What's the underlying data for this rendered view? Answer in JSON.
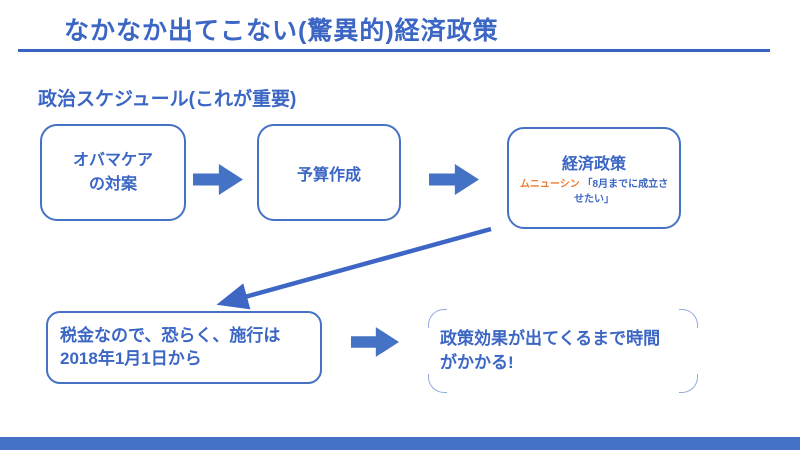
{
  "slide": {
    "title": "なかなか出てこない(驚異的)経済政策",
    "subtitle": "政治スケジュール(これが重要)",
    "flow": {
      "box1_line1": "オバマケア",
      "box1_line2": "の対案",
      "box2_label": "予算作成",
      "box3_title": "経済政策",
      "box3_note_name": "ムニューシン",
      "box3_note_quote": "「8月までに成立させたい」",
      "box4_label": "税金なので、恐らく、施行は2018年1月1日から",
      "box5_label": "政策効果が出てくるまで時間がかかる!"
    },
    "colors": {
      "accent_blue": "#4472C4",
      "text_blue": "#3B66C4",
      "rule_blue": "#3763C0",
      "corner_blue_light": "#93ABDD",
      "note_orange": "#ED7D31"
    }
  }
}
